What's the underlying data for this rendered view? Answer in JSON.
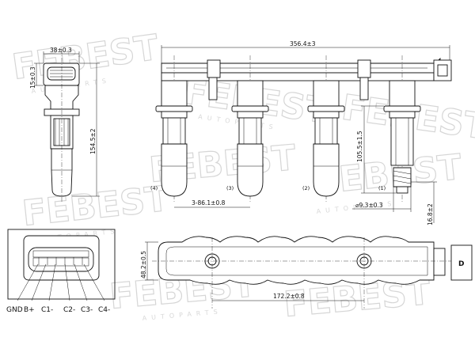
{
  "watermark": {
    "brand": "FEBEST",
    "sub": "AUTOPARTS"
  },
  "dimensions": {
    "connector_width": "38±0.3",
    "connector_height": "15±0.3",
    "total_height": "154.5±2",
    "total_length": "356.4±3",
    "boot_length": "105.5±1.5",
    "spacing": "3-86.1±0.8",
    "boot_diameter": "⌀9.3±0.3",
    "tip_length": "16.8±2",
    "base_height": "48.2±0.5",
    "mount_spacing": "172.2±0.8"
  },
  "cylinder_labels": [
    "(4)",
    "(3)",
    "(2)",
    "(1)"
  ],
  "pin_labels": [
    "GND",
    "B+",
    "C1-",
    "C2-",
    "C3-",
    "C4-"
  ],
  "view_label": "D"
}
